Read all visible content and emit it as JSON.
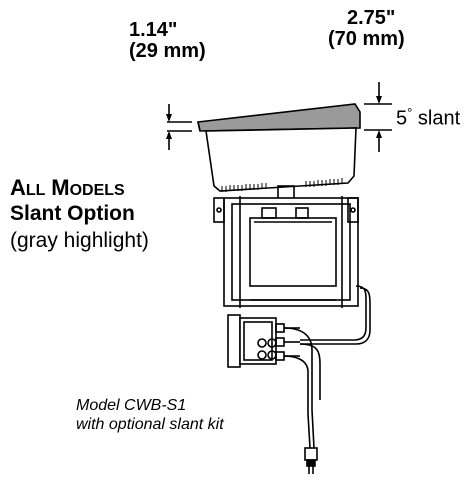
{
  "dimensions": {
    "left_in": "1.14\"",
    "left_mm": "(29 mm)",
    "right_in": "2.75\"",
    "right_mm": "(70 mm)",
    "slant_angle": "5",
    "slant_degree": "°",
    "slant_word": "slant"
  },
  "heading": {
    "line1_part1_cap": "A",
    "line1_part1_rest": "LL",
    "line1_part2_cap": "M",
    "line1_part2_rest": "ODELS",
    "line2": "Slant Option",
    "line3": "(gray highlight)"
  },
  "caption": {
    "line1": "Model CWB-S1",
    "line2": "with optional slant kit"
  },
  "colors": {
    "highlight_gray": "#9a9a9a",
    "line": "#000000"
  }
}
